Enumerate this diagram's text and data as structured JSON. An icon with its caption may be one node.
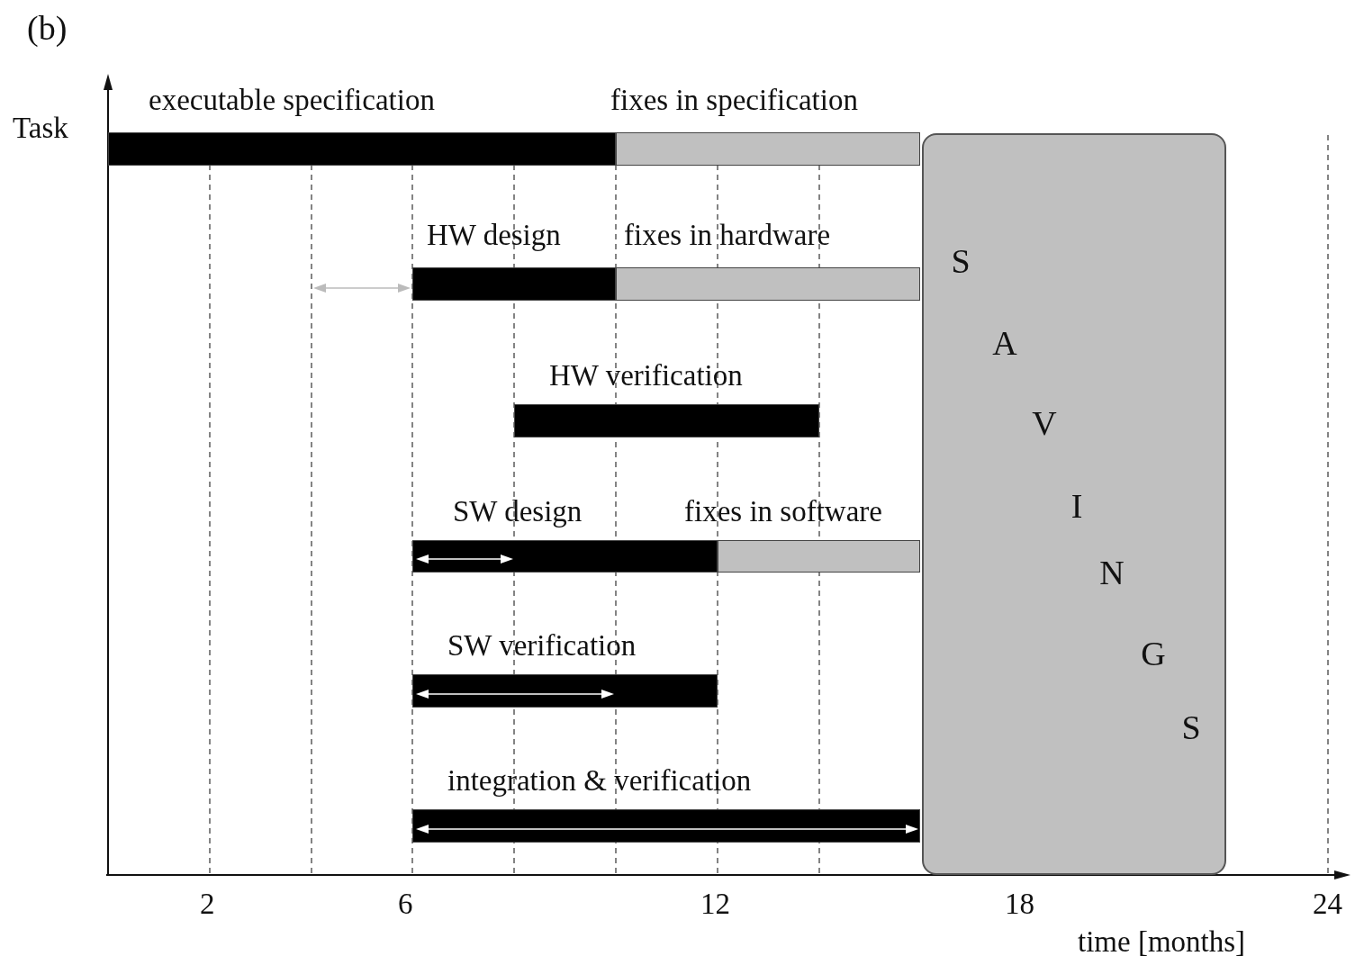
{
  "diagram": {
    "nodes": [
      {
        "text": [
          "executable specification"
        ]
      },
      {
        "text": [
          "fixes in specification"
        ]
      },
      {
        "text": [
          "HW design"
        ]
      },
      {
        "text": [
          "fixes in hardware"
        ]
      },
      {
        "text": [
          "HW verification"
        ]
      },
      {
        "text": [
          "SW design"
        ]
      },
      {
        "text": [
          "fixes in software"
        ]
      },
      {
        "text": [
          "SW verification"
        ]
      },
      {
        "text": [
          "integration & verification"
        ]
      },
      {
        "text": [
          "S",
          "A",
          "V",
          "I",
          "N",
          "G",
          "S"
        ]
      }
    ],
    "edges": [],
    "labels": [
      "(b)",
      "Task",
      "2",
      "6",
      "12",
      "18",
      "24",
      "time [months]"
    ]
  }
}
